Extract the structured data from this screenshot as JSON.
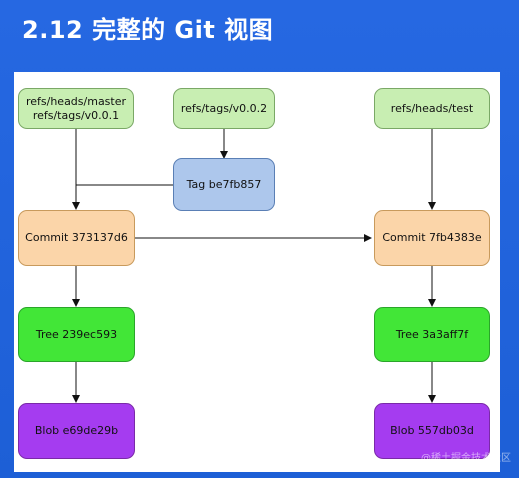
{
  "title": "2.12 完整的 Git 视图",
  "watermark": "@稀土掘金技术社区",
  "colors": {
    "background": "#1f5fd6",
    "ref_fill": "#c8eeb2",
    "tag_fill": "#adc7ec",
    "commit_fill": "#fbd5a9",
    "tree_fill": "#42e637",
    "blob_fill": "#a53cf0"
  },
  "nodes": {
    "ref_master": "refs/heads/master\nrefs/tags/v0.0.1",
    "ref_tag": "refs/tags/v0.0.2",
    "ref_test": "refs/heads/test",
    "tag": "Tag be7fb857",
    "commit_left": "Commit 373137d6",
    "commit_right": "Commit 7fb4383e",
    "tree_left": "Tree 239ec593",
    "tree_right": "Tree 3a3aff7f",
    "blob_left": "Blob e69de29b",
    "blob_right": "Blob 557db03d"
  }
}
